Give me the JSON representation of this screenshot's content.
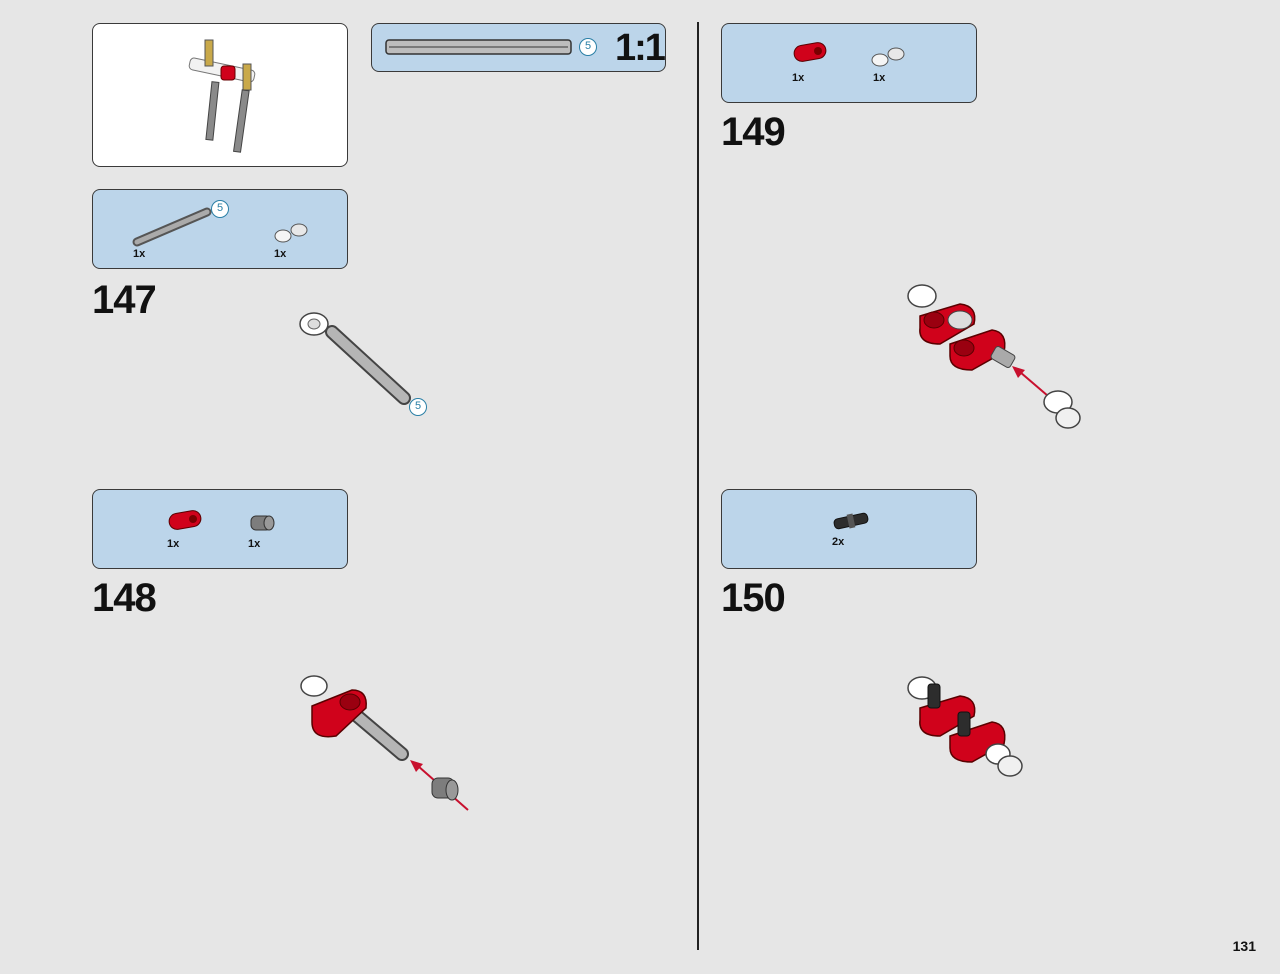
{
  "scale_box": {
    "length_label": "5",
    "ratio": "1:1"
  },
  "steps": [
    {
      "number": "147",
      "parts": [
        {
          "qty": "1x",
          "axle_length": "5"
        },
        {
          "qty": "1x"
        }
      ],
      "axle_length": "5"
    },
    {
      "number": "148",
      "parts": [
        {
          "qty": "1x"
        },
        {
          "qty": "1x"
        }
      ]
    },
    {
      "number": "149",
      "parts": [
        {
          "qty": "1x"
        },
        {
          "qty": "1x"
        }
      ]
    },
    {
      "number": "150",
      "parts": [
        {
          "qty": "2x"
        }
      ]
    }
  ],
  "page_number": "131",
  "colors": {
    "callout_bg": "#bcd5ea",
    "red_part": "#d0021b",
    "page_bg": "#e6e6e6"
  }
}
